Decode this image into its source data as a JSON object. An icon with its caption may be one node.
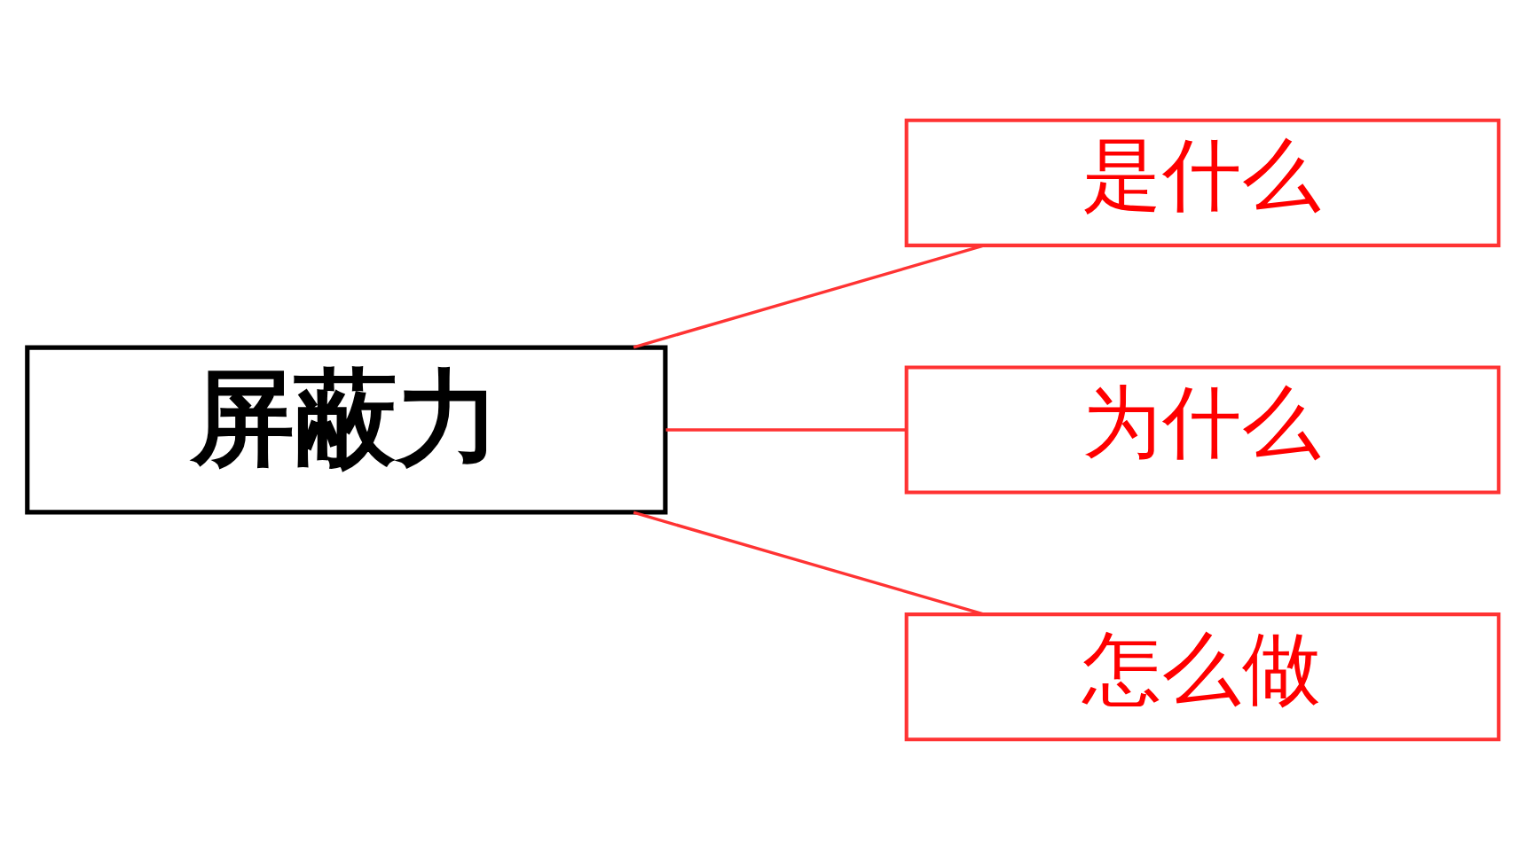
{
  "diagram": {
    "nodes": [
      {
        "text": [
          "屏蔽力"
        ]
      },
      {
        "text": [
          "是什么"
        ]
      },
      {
        "text": [
          "为什么"
        ]
      },
      {
        "text": [
          "怎么做"
        ]
      }
    ],
    "edges": [
      {
        "from": 0,
        "to": 1,
        "arrow": "none"
      },
      {
        "from": 0,
        "to": 2,
        "arrow": "none"
      },
      {
        "from": 0,
        "to": 3,
        "arrow": "none"
      }
    ]
  }
}
